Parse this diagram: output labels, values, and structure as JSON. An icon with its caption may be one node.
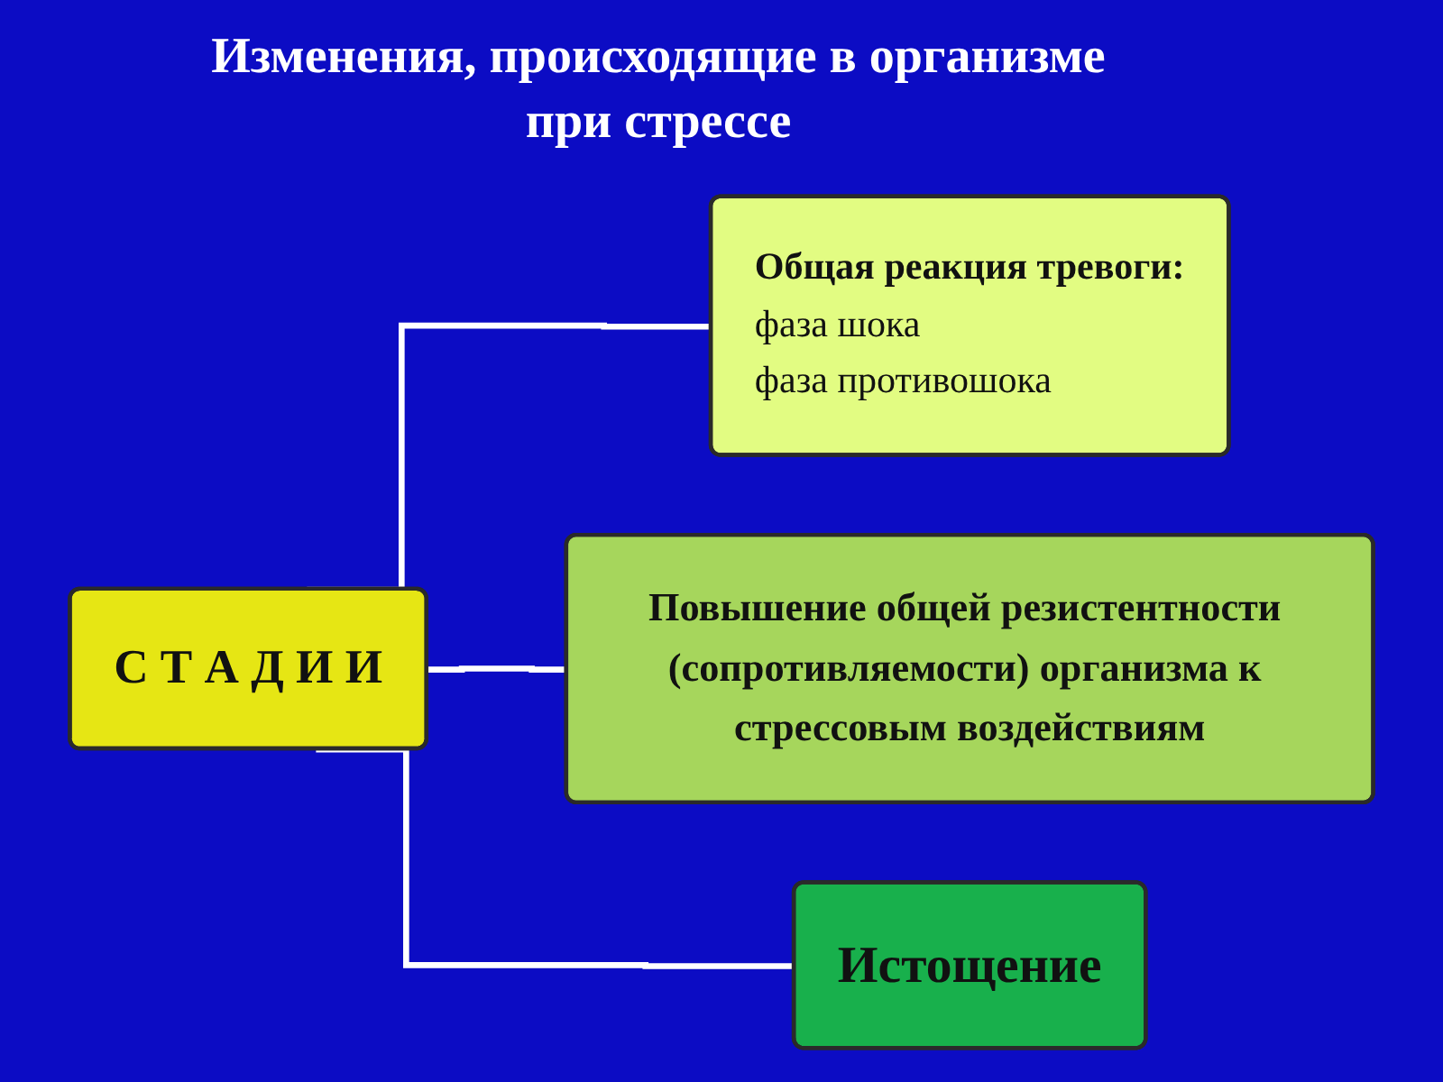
{
  "diagram": {
    "title": "Изменения, происходящие в организме при стрессе",
    "nodes": [
      {
        "text": [
          "С Т А Д И И"
        ]
      },
      {
        "text": [
          "Общая реакция тревоги:",
          "фаза шока",
          "фаза противошока"
        ]
      },
      {
        "text": [
          "Повышение общей резистентности (сопротивляемости) организма к стрессовым воздействиям"
        ]
      },
      {
        "text": [
          "Истощение"
        ]
      }
    ],
    "edges": [
      {
        "from": 0,
        "to": 1,
        "arrow": "none"
      },
      {
        "from": 0,
        "to": 2,
        "arrow": "none"
      },
      {
        "from": 0,
        "to": 3,
        "arrow": "none"
      }
    ]
  }
}
